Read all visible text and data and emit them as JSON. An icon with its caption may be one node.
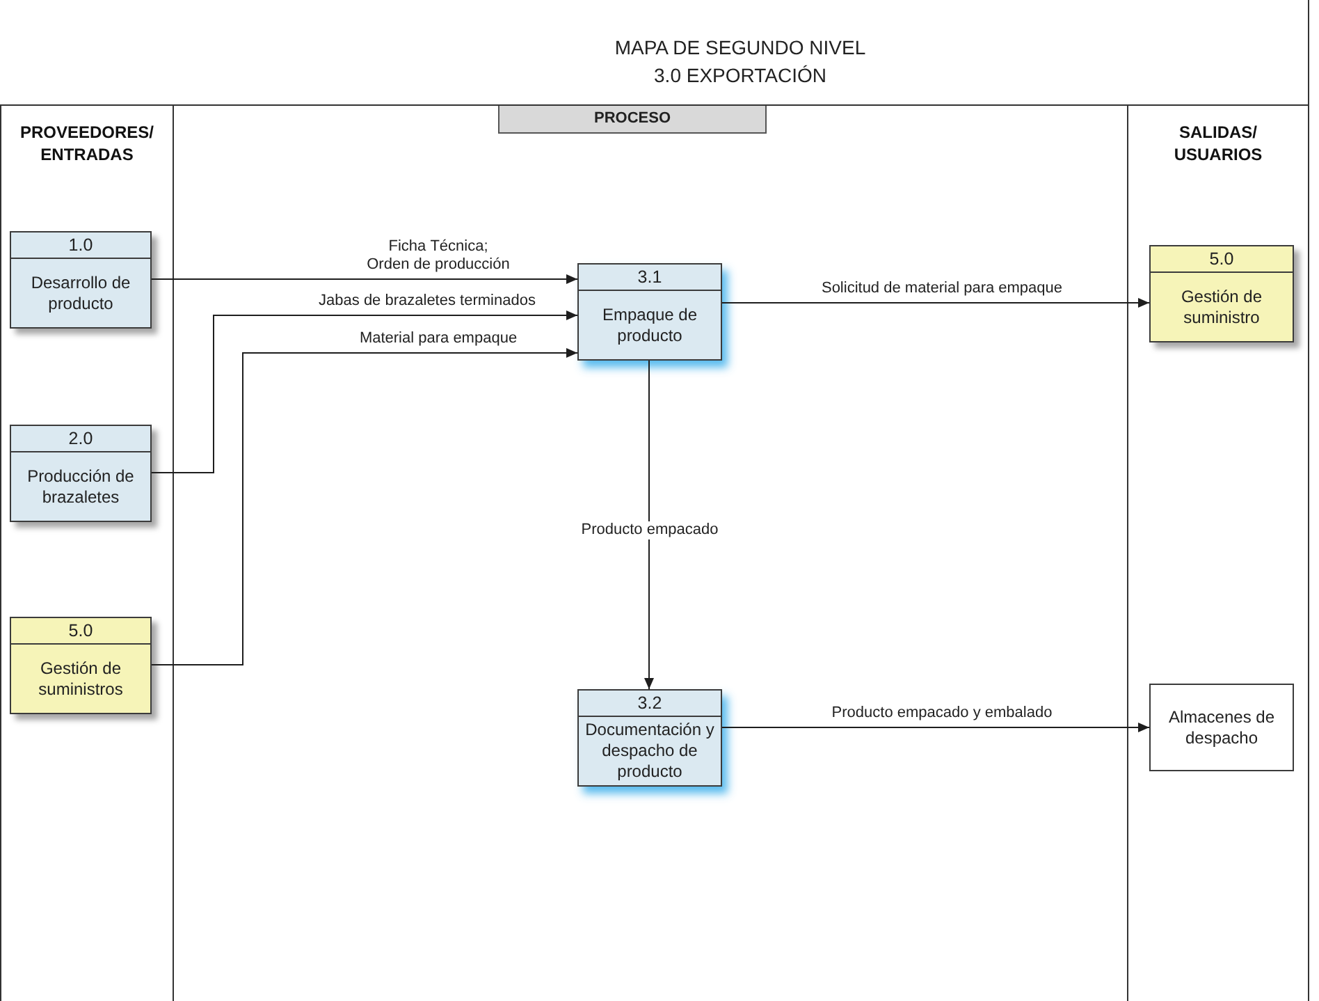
{
  "diagram": {
    "title": "MAPA DE SEGUNDO NIVEL",
    "nodes": [
      {
        "text": [
          "PROVEEDORES/ ENTRADAS"
        ]
      },
      {
        "text": [
          "PROCESO"
        ]
      },
      {
        "text": [
          "SALIDAS/ USUARIOS"
        ]
      },
      {
        "text": [
          "1.0",
          "Desarrollo de producto"
        ],
        "in": 0
      },
      {
        "text": [
          "2.0",
          "Producción de brazaletes"
        ],
        "in": 0
      },
      {
        "text": [
          "5.0",
          "Gestión de suministros"
        ],
        "in": 0
      },
      {
        "text": [
          "3.1",
          "Empaque de producto"
        ],
        "in": 1
      },
      {
        "text": [
          "3.2",
          "Documentación y despacho de producto"
        ],
        "in": 1
      },
      {
        "text": [
          "5.0",
          "Gestión de suministro"
        ],
        "in": 2
      },
      {
        "text": [
          "Almacenes de despacho"
        ],
        "in": 2
      }
    ],
    "edges": [
      {
        "from": 3,
        "to": 6,
        "arrow": "to",
        "label": "Ficha Técnica; Orden de producción"
      },
      {
        "from": 4,
        "to": 6,
        "arrow": "to",
        "label": "Jabas de brazaletes terminados"
      },
      {
        "from": 5,
        "to": 6,
        "arrow": "to",
        "label": "Material para empaque"
      },
      {
        "from": 6,
        "to": 8,
        "arrow": "to",
        "label": "Solicitud de material para empaque"
      },
      {
        "from": 6,
        "to": 7,
        "arrow": "to",
        "label": "Producto empacado"
      },
      {
        "from": 7,
        "to": 9,
        "arrow": "to",
        "label": "Producto empacado y embalado"
      }
    ],
    "labels": [
      "3.0 EXPORTACIÓN"
    ]
  }
}
